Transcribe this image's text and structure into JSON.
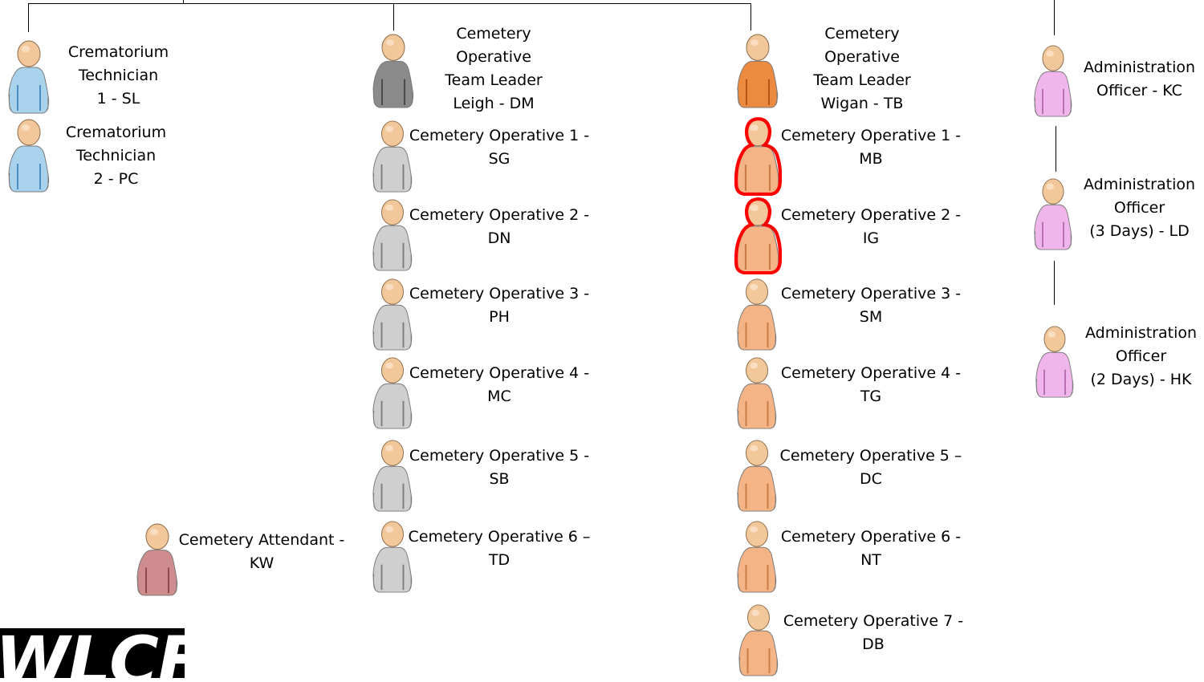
{
  "colors": {
    "blue": {
      "body": "#a9d3ec",
      "dark": "#4d8fc4"
    },
    "grey_dark": {
      "body": "#8a8a8a",
      "dark": "#4a4a4a"
    },
    "grey": {
      "body": "#cfcfcf",
      "dark": "#7d7d7d"
    },
    "orange_dark": {
      "body": "#ec8b3f",
      "dark": "#b4541a"
    },
    "orange": {
      "body": "#f4b486",
      "dark": "#c77c48"
    },
    "pink": {
      "body": "#f0b6ec",
      "dark": "#b46aad"
    },
    "rose": {
      "body": "#cf8c8e",
      "dark": "#8f4a4d"
    },
    "highlight": "#ff0000"
  },
  "nodes": [
    {
      "id": "crem-tech-1",
      "icon": "person-blue-icon",
      "color": "blue",
      "lines": [
        "Crematorium",
        "Technician",
        "1 - SL"
      ]
    },
    {
      "id": "crem-tech-2",
      "icon": "person-blue-icon",
      "color": "blue",
      "lines": [
        "Crematorium",
        "Technician",
        "2 - PC"
      ]
    },
    {
      "id": "team-leader-leigh",
      "icon": "person-dark-grey-icon",
      "color": "grey_dark",
      "lines": [
        "Cemetery",
        "Operative",
        "Team Leader",
        "Leigh - DM"
      ]
    },
    {
      "id": "leigh-op-1",
      "icon": "person-grey-icon",
      "color": "grey",
      "lines": [
        "Cemetery Operative 1 -",
        "SG"
      ]
    },
    {
      "id": "leigh-op-2",
      "icon": "person-grey-icon",
      "color": "grey",
      "lines": [
        "Cemetery Operative 2 -",
        "DN"
      ]
    },
    {
      "id": "leigh-op-3",
      "icon": "person-grey-icon",
      "color": "grey",
      "lines": [
        "Cemetery Operative 3 -",
        "PH"
      ]
    },
    {
      "id": "leigh-op-4",
      "icon": "person-grey-icon",
      "color": "grey",
      "lines": [
        "Cemetery Operative 4 -",
        "MC"
      ]
    },
    {
      "id": "leigh-op-5",
      "icon": "person-grey-icon",
      "color": "grey",
      "lines": [
        "Cemetery Operative 5 -",
        "SB"
      ]
    },
    {
      "id": "leigh-op-6",
      "icon": "person-grey-icon",
      "color": "grey",
      "lines": [
        "Cemetery Operative 6 –",
        "TD"
      ]
    },
    {
      "id": "team-leader-wigan",
      "icon": "person-dark-orange-icon",
      "color": "orange_dark",
      "lines": [
        "Cemetery",
        "Operative",
        "Team Leader",
        "Wigan - TB"
      ]
    },
    {
      "id": "wigan-op-1",
      "icon": "person-orange-highlighted-icon",
      "color": "orange",
      "highlighted": true,
      "lines": [
        "Cemetery Operative 1 -",
        "MB"
      ]
    },
    {
      "id": "wigan-op-2",
      "icon": "person-orange-highlighted-icon",
      "color": "orange",
      "highlighted": true,
      "lines": [
        "Cemetery Operative 2 -",
        "IG"
      ]
    },
    {
      "id": "wigan-op-3",
      "icon": "person-orange-icon",
      "color": "orange",
      "lines": [
        "Cemetery Operative 3 -",
        "SM"
      ]
    },
    {
      "id": "wigan-op-4",
      "icon": "person-orange-icon",
      "color": "orange",
      "lines": [
        "Cemetery Operative 4 -",
        "TG"
      ]
    },
    {
      "id": "wigan-op-5",
      "icon": "person-orange-icon",
      "color": "orange",
      "lines": [
        "Cemetery Operative 5 –",
        "DC"
      ]
    },
    {
      "id": "wigan-op-6",
      "icon": "person-orange-icon",
      "color": "orange",
      "lines": [
        "Cemetery Operative 6 -",
        "NT"
      ]
    },
    {
      "id": "wigan-op-7",
      "icon": "person-orange-icon",
      "color": "orange",
      "lines": [
        "Cemetery Operative 7 -",
        "DB"
      ]
    },
    {
      "id": "admin-kc",
      "icon": "person-pink-icon",
      "color": "pink",
      "lines": [
        "Administration",
        "Officer - KC"
      ]
    },
    {
      "id": "admin-ld",
      "icon": "person-pink-icon",
      "color": "pink",
      "lines": [
        "Administration",
        "Officer",
        "(3 Days) - LD"
      ]
    },
    {
      "id": "admin-hk",
      "icon": "person-pink-icon",
      "color": "pink",
      "lines": [
        "Administration",
        "Officer",
        "(2 Days) - HK"
      ]
    },
    {
      "id": "cemetery-attendant",
      "icon": "person-rose-icon",
      "color": "rose",
      "lines": [
        "Cemetery Attendant -",
        "KW"
      ]
    }
  ],
  "logo": {
    "text": "WLCF"
  }
}
